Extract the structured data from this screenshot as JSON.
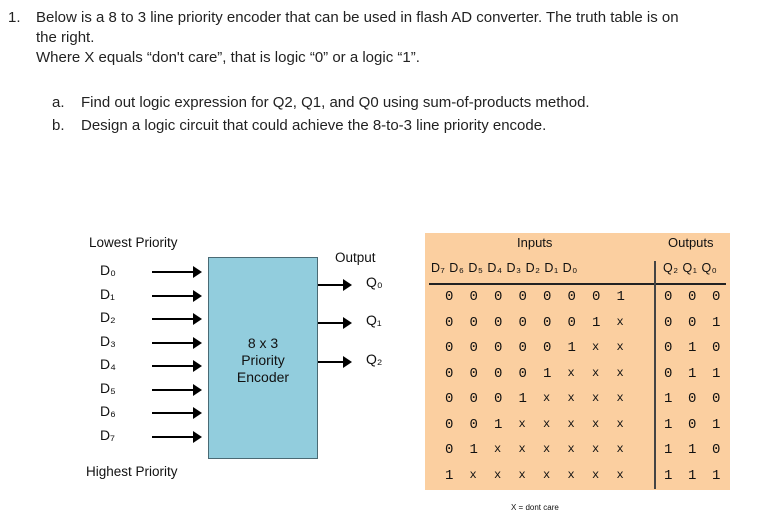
{
  "question": {
    "number": "1.",
    "line1": "Below is a 8 to 3 line priority encoder that can be used in flash AD converter. The truth table is on",
    "line2": "the right.",
    "line3": "Where  X  equals “don't care”, that is logic “0” or a logic “1”."
  },
  "subquestions": [
    {
      "marker": "a.",
      "text": "Find out logic expression for Q2, Q1, and Q0 using sum-of-products method."
    },
    {
      "marker": "b.",
      "text": "Design a logic circuit that could achieve the 8-to-3 line priority encode."
    }
  ],
  "diagram": {
    "lowest_label": "Lowest Priority",
    "highest_label": "Highest Priority",
    "output_label": "Output",
    "inputs": [
      "D₀",
      "D₁",
      "D₂",
      "D₃",
      "D₄",
      "D₅",
      "D₆",
      "D₇"
    ],
    "outputs": [
      "Q₀",
      "Q₁",
      "Q₂"
    ],
    "encoder_lines": [
      "8 x 3",
      "Priority",
      "Encoder"
    ],
    "box_color": "#92cddd"
  },
  "truth_table": {
    "inputs_title": "Inputs",
    "outputs_title": "Outputs",
    "input_headers": "D₇ D₆ D₅ D₄ D₃ D₂ D₁ D₀",
    "output_headers": "Q₂ Q₁ Q₀",
    "rows": [
      {
        "inputs": [
          "0",
          "0",
          "0",
          "0",
          "0",
          "0",
          "0",
          "1"
        ],
        "outputs": [
          "0",
          "0",
          "0"
        ]
      },
      {
        "inputs": [
          "0",
          "0",
          "0",
          "0",
          "0",
          "0",
          "1",
          "x"
        ],
        "outputs": [
          "0",
          "0",
          "1"
        ]
      },
      {
        "inputs": [
          "0",
          "0",
          "0",
          "0",
          "0",
          "1",
          "x",
          "x"
        ],
        "outputs": [
          "0",
          "1",
          "0"
        ]
      },
      {
        "inputs": [
          "0",
          "0",
          "0",
          "0",
          "1",
          "x",
          "x",
          "x"
        ],
        "outputs": [
          "0",
          "1",
          "1"
        ]
      },
      {
        "inputs": [
          "0",
          "0",
          "0",
          "1",
          "x",
          "x",
          "x",
          "x"
        ],
        "outputs": [
          "1",
          "0",
          "0"
        ]
      },
      {
        "inputs": [
          "0",
          "0",
          "1",
          "x",
          "x",
          "x",
          "x",
          "x"
        ],
        "outputs": [
          "1",
          "0",
          "1"
        ]
      },
      {
        "inputs": [
          "0",
          "1",
          "x",
          "x",
          "x",
          "x",
          "x",
          "x"
        ],
        "outputs": [
          "1",
          "1",
          "0"
        ]
      },
      {
        "inputs": [
          "1",
          "x",
          "x",
          "x",
          "x",
          "x",
          "x",
          "x"
        ],
        "outputs": [
          "1",
          "1",
          "1"
        ]
      }
    ],
    "footnote": "X = dont care",
    "bg_color": "#fbcfa0"
  }
}
